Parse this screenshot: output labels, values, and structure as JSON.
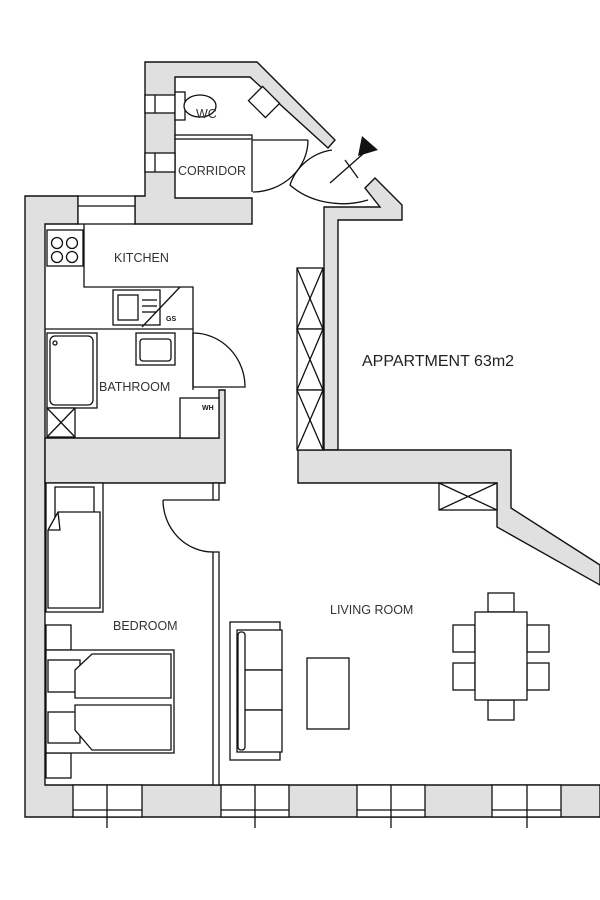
{
  "plan": {
    "title": "APPARTMENT 63m2",
    "rooms": {
      "wc": "WC",
      "corridor": "CORRIDOR",
      "kitchen": "KITCHEN",
      "bathroom": "BATHROOM",
      "bedroom": "BEDROOM",
      "living_room": "LIVING ROOM"
    },
    "fixture_labels": {
      "gas": "GS",
      "water_heater": "WH"
    }
  },
  "colors": {
    "wall_fill": "#e0e0e0",
    "line": "#111111"
  }
}
